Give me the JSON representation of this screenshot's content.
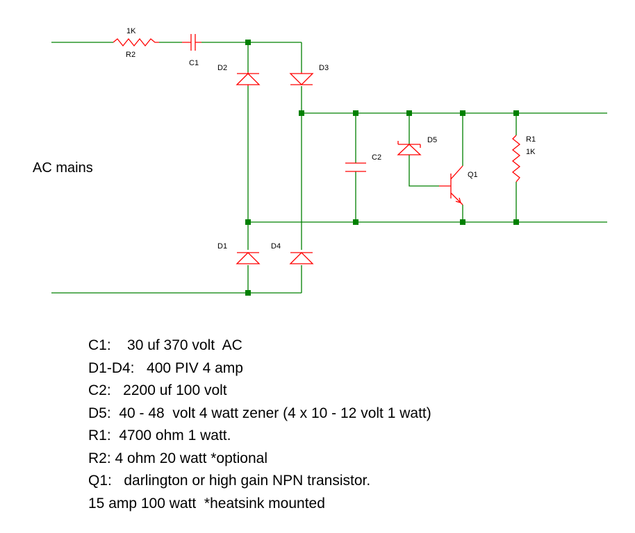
{
  "labels": {
    "r2_value": "1K",
    "r2_ref": "R2",
    "c1_ref": "C1",
    "d2_ref": "D2",
    "d3_ref": "D3",
    "d1_ref": "D1",
    "d4_ref": "D4",
    "c2_ref": "C2",
    "d5_ref": "D5",
    "q1_ref": "Q1",
    "r1_ref": "R1",
    "r1_value": "1K",
    "source": "AC mains"
  },
  "notes": [
    "C1:    30 uf 370 volt  AC",
    "D1-D4:   400 PIV 4 amp",
    "C2:   2200 uf 100 volt",
    "D5:  40 - 48  volt 4 watt zener (4 x 10 - 12 volt 1 watt)",
    "R1:  4700 ohm 1 watt.",
    "R2: 4 ohm 20 watt *optional",
    "Q1:   darlington or high gain NPN transistor.",
    "15 amp 100 watt  *heatsink mounted"
  ],
  "colors": {
    "wire": "#008000",
    "component": "#ff0000",
    "text": "#000000"
  }
}
